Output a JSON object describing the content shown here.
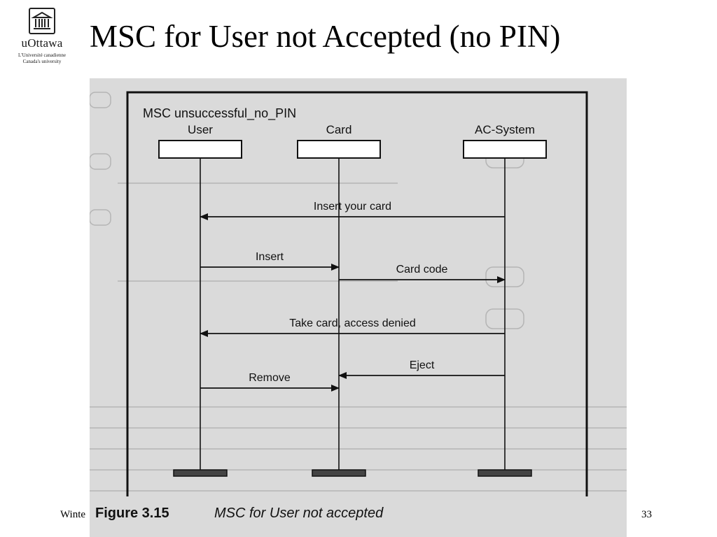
{
  "slide": {
    "title": "MSC for User not Accepted (no PIN)",
    "footer_left": "Winte",
    "page_number": "33"
  },
  "logo": {
    "name": "uOttawa",
    "subtitle_line1": "L'Université canadienne",
    "subtitle_line2": "Canada's university"
  },
  "diagram": {
    "msc_name": "MSC unsuccessful_no_PIN",
    "instances": [
      {
        "name": "User"
      },
      {
        "name": "Card"
      },
      {
        "name": "AC-System"
      }
    ],
    "messages": [
      {
        "label": "Insert your card",
        "from": 2,
        "to": 0
      },
      {
        "label": "Insert",
        "from": 0,
        "to": 1
      },
      {
        "label": "Card code",
        "from": 1,
        "to": 2
      },
      {
        "label": "Take card, access denied",
        "from": 2,
        "to": 0
      },
      {
        "label": "Eject",
        "from": 2,
        "to": 1
      },
      {
        "label": "Remove",
        "from": 0,
        "to": 1
      }
    ],
    "figure_number": "Figure 3.15",
    "figure_caption": "MSC for User not accepted"
  }
}
